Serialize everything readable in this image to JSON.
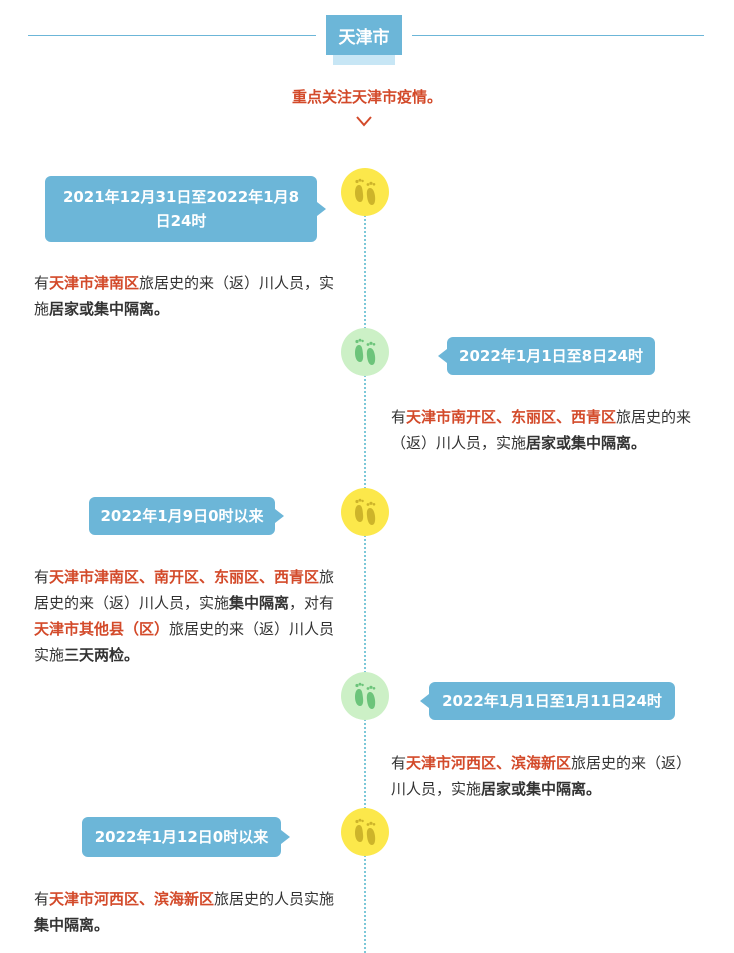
{
  "header": {
    "title": "天津市",
    "subtitle": "重点关注天津市疫情。"
  },
  "colors": {
    "accent_blue": "#6cb6d8",
    "highlight_red": "#d34a2a",
    "foot_yellow": "#fce84b",
    "foot_green": "#ccf0c6"
  },
  "timeline": [
    {
      "icon": "footprint-icon",
      "date": "2021年12月31日至2022年1月8日24时",
      "text": {
        "p1": "有",
        "r1": "天津市津南区",
        "p2": "旅居史的来（返）川人员，实施",
        "b1": "居家或集中隔离。"
      }
    },
    {
      "icon": "footprint-icon",
      "date": "2022年1月1日至8日24时",
      "text": {
        "p1": "有",
        "r1": "天津市南开区、东丽区、西青区",
        "p2": "旅居史的来（返）川人员，实施",
        "b1": "居家或集中隔离。"
      }
    },
    {
      "icon": "footprint-icon",
      "date": "2022年1月9日0时以来",
      "text": {
        "p1": "有",
        "r1": "天津市津南区、南开区、东丽区、西青区",
        "p2": "旅居史的来（返）川人员，实施",
        "b1": "集中隔离",
        "p3": "，对有",
        "r2": "天津市其他县（区）",
        "p4": "旅居史的来（返）川人员实施",
        "b2": "三天两检。"
      }
    },
    {
      "icon": "footprint-icon",
      "date": "2022年1月1日至1月11日24时",
      "text": {
        "p1": "有",
        "r1": "天津市河西区、滨海新区",
        "p2": "旅居史的来（返）川人员，实施",
        "b1": "居家或集中隔离。"
      }
    },
    {
      "icon": "footprint-icon",
      "date": "2022年1月12日0时以来",
      "text": {
        "p1": "有",
        "r1": "天津市河西区、滨海新区",
        "p2": "旅居史的人员实施",
        "b1": "集中隔离。"
      }
    }
  ]
}
